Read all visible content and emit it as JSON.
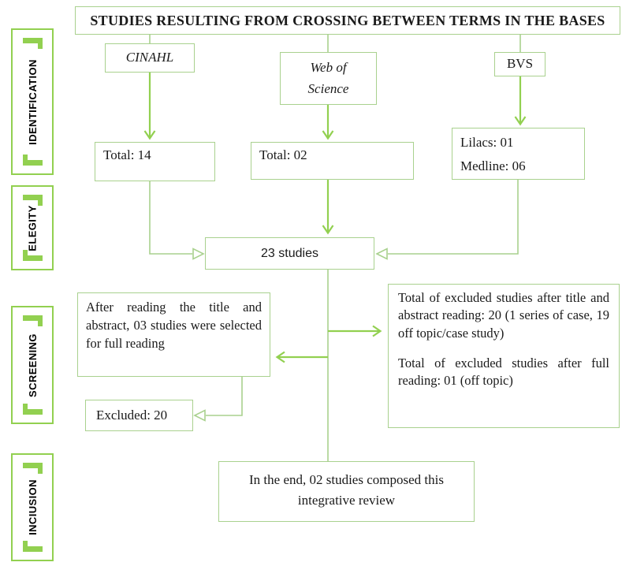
{
  "title": "STUDIES RESULTING FROM CROSSING BETWEEN TERMS IN THE BASES",
  "sidebar": {
    "labels": [
      {
        "label": "IDENTIFICATION"
      },
      {
        "label": "ELEGITY"
      },
      {
        "label": "SCREENING"
      },
      {
        "label": "INCIUSION"
      }
    ]
  },
  "boxes": {
    "cinahl": {
      "label": "CINAHL"
    },
    "web_of_science": {
      "line1": "Web of",
      "line2": "Science"
    },
    "bvs": {
      "label": "BVS"
    },
    "total_cinahl": {
      "label": "Total: 14"
    },
    "total_wos": {
      "label": "Total: 02"
    },
    "bvs_breakdown": {
      "line1": "Lilacs: 01",
      "line2": "Medline: 06"
    },
    "combined": {
      "label": "23 studies"
    },
    "selected": {
      "text": "After reading the title and abstract, 03 studies were selected for full reading"
    },
    "excluded_detail": {
      "paragraph1": "Total of excluded studies after title and abstract reading: 20 (1 series of case, 19 off topic/case study)",
      "paragraph2": "Total of excluded studies after full reading: 01 (off topic)"
    },
    "excluded": {
      "label": "Excluded: 20"
    },
    "conclusion": {
      "text": "In the end, 02 studies composed this integrative review"
    }
  },
  "colors": {
    "box_border": "#a9d18e",
    "connector": "#a9d18e",
    "arrow": "#92d050",
    "sidebar_green": "#92d050",
    "text": "#1a1a1a",
    "background": "#ffffff"
  }
}
